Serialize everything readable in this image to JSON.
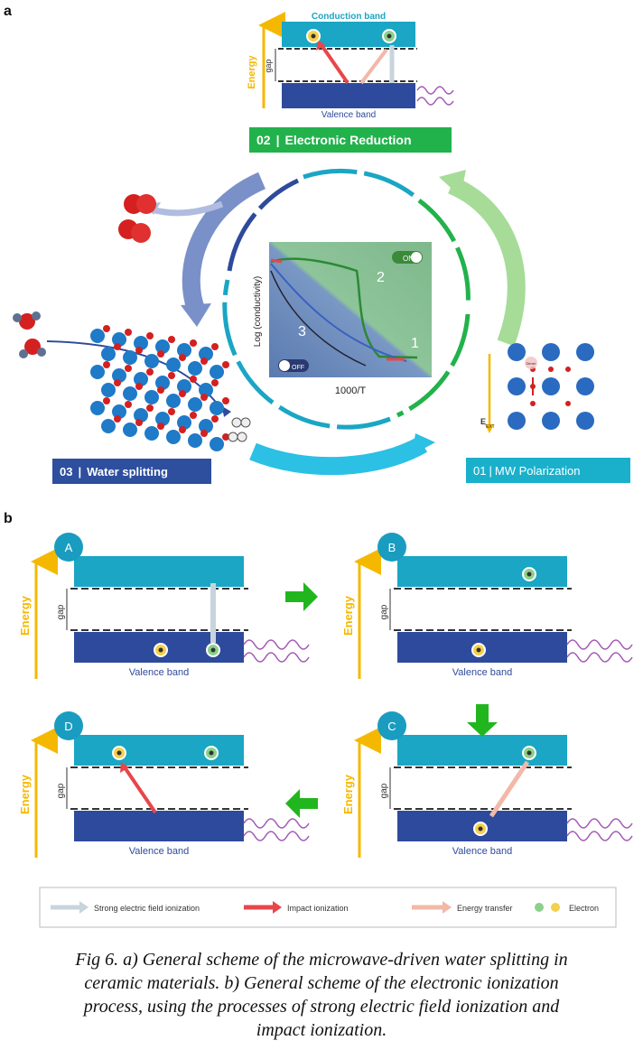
{
  "figure": {
    "panel_a_label": "a",
    "panel_b_label": "b",
    "caption_lines": [
      "Fig 6. a) General scheme of the microwave-driven water splitting in",
      "ceramic materials. b) General scheme of the electronic ionization",
      "process, using the processes of strong electric field ionization and",
      "impact ionization."
    ]
  },
  "panel_a": {
    "top_diagram": {
      "conduction_band": "Conduction band",
      "valence_band": "Valence band",
      "energy": "Energy",
      "gap": "gap"
    },
    "stages": [
      {
        "number": "01",
        "label": "MW Polarization",
        "color": "#1ab0cc"
      },
      {
        "number": "02",
        "label": "Electronic Reduction",
        "color": "#22b24c"
      },
      {
        "number": "03",
        "label": "Water splitting",
        "color": "#2e4e9e"
      }
    ],
    "inset": {
      "ylabel": "Log (conductivity)",
      "xlabel": "1000/T",
      "on_label": "ON",
      "off_label": "OFF",
      "markers": [
        "1",
        "2",
        "3"
      ]
    },
    "polarization": {
      "field_label": "E",
      "field_sub": "EXT",
      "cation_label": "Dimer"
    }
  },
  "panel_b": {
    "steps": [
      {
        "letter": "A"
      },
      {
        "letter": "B"
      },
      {
        "letter": "C"
      },
      {
        "letter": "D"
      }
    ],
    "energy": "Energy",
    "gap": "gap",
    "valence_band": "Valence band",
    "legend": {
      "strong_field": "Strong electric field ionization",
      "impact": "Impact ionization",
      "energy_transfer": "Energy transfer",
      "electron": "Electron"
    }
  },
  "colors": {
    "conduction": "#1aa6c4",
    "valence": "#2e4a9c",
    "energy_arrow": "#f5b800",
    "green_arrow": "#22b61e",
    "wave": "#a25ab4",
    "impact": "#e8464a",
    "transfer": "#f2b8a8",
    "strong_field": "#c8d4dc"
  }
}
